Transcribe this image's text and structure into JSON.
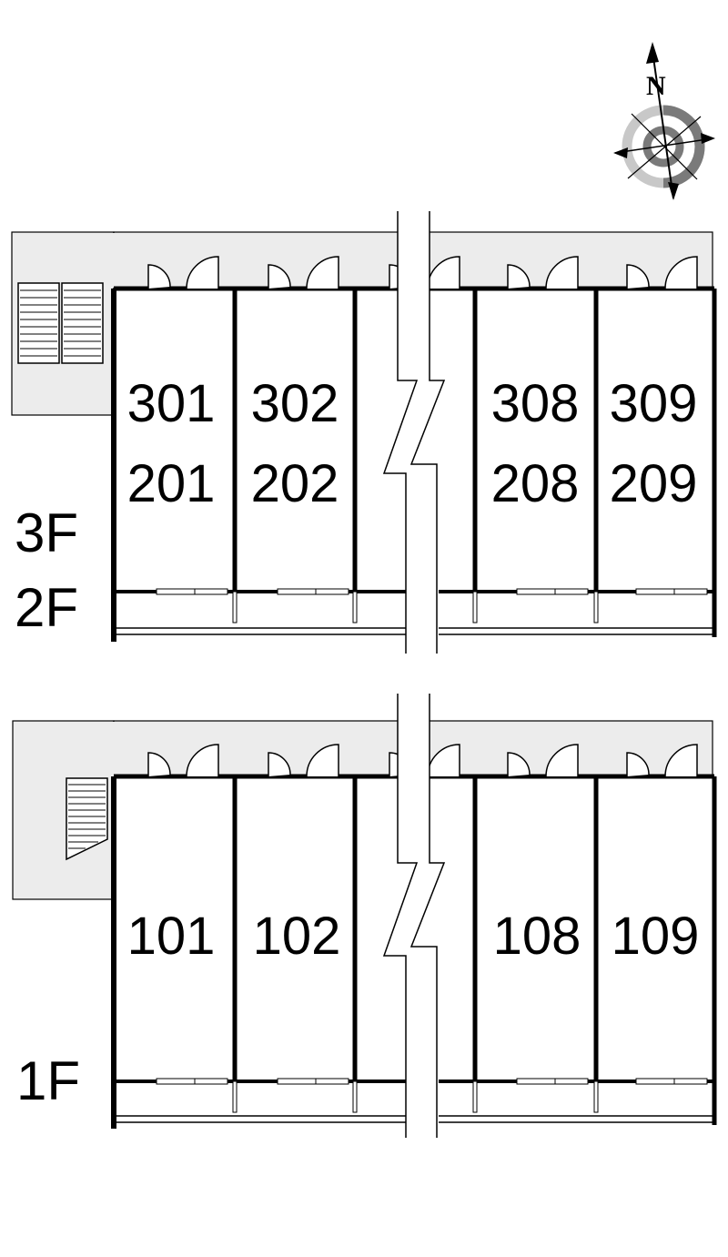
{
  "colors": {
    "walkway": "#ececec",
    "wall": "#000000",
    "background": "#ffffff",
    "compass_ring_dark": "#7a7a7a",
    "compass_ring_light": "#c8c8c8"
  },
  "compass": {
    "label": "N",
    "icon": "north-arrow-compass-icon"
  },
  "upper_block": {
    "floor_labels": [
      "3F",
      "2F"
    ],
    "stairs_icon": "double-stairs-icon",
    "units": [
      {
        "top": "301",
        "bottom": "201"
      },
      {
        "top": "302",
        "bottom": "202"
      },
      {
        "top": "308",
        "bottom": "208"
      },
      {
        "top": "309",
        "bottom": "209"
      }
    ]
  },
  "lower_block": {
    "floor_labels": [
      "1F"
    ],
    "stairs_icon": "stairs-icon",
    "units": [
      {
        "top": "101"
      },
      {
        "top": "102"
      },
      {
        "top": "108"
      },
      {
        "top": "109"
      }
    ]
  }
}
